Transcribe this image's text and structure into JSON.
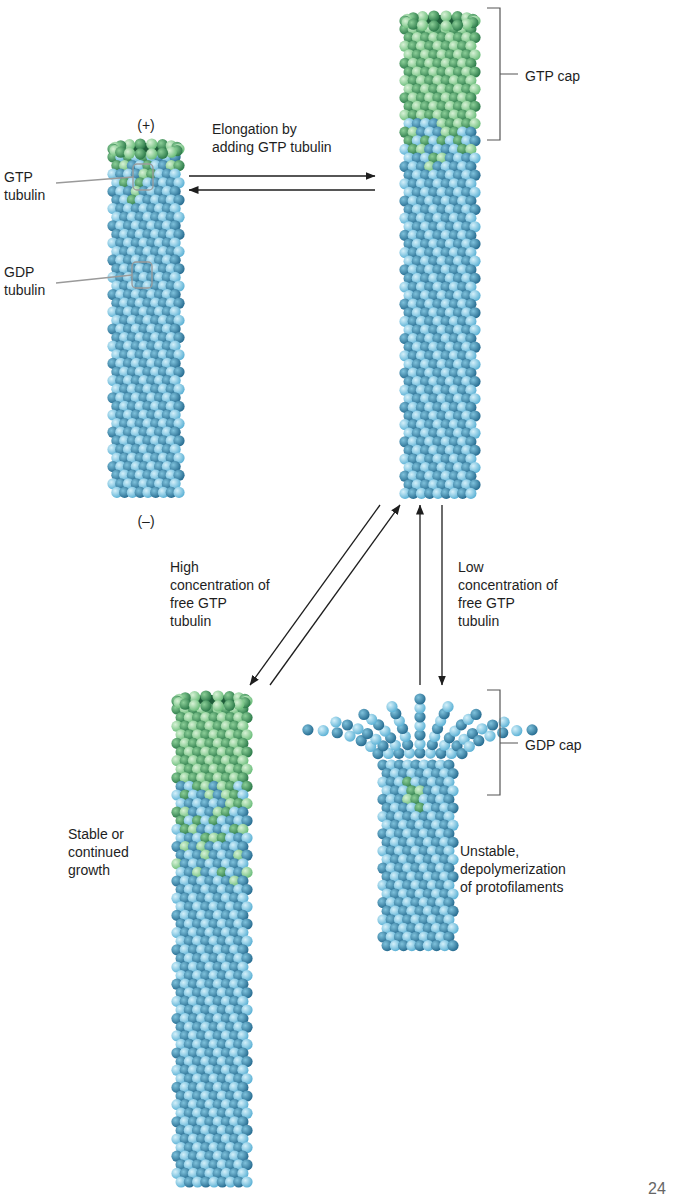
{
  "diagram": {
    "nodes": [
      {
        "text": [
          "(+)",
          "(–)"
        ]
      },
      {
        "text": [
          "GTP cap"
        ]
      },
      {
        "text": [
          "Stable or continued growth"
        ]
      },
      {
        "text": [
          "GDP cap",
          "Unstable, depolymerization of protofilaments"
        ]
      }
    ],
    "edges": [
      {
        "from": 0,
        "to": 1,
        "arrow": "to",
        "label": "Elongation by adding GTP tubulin"
      },
      {
        "from": 1,
        "to": 0,
        "arrow": "to"
      },
      {
        "from": 1,
        "to": 2,
        "arrow": "to",
        "label": "High concentration of free GTP tubulin"
      },
      {
        "from": 2,
        "to": 1,
        "arrow": "to"
      },
      {
        "from": 1,
        "to": 3,
        "arrow": "to",
        "label": "Low concentration of free GTP tubulin"
      },
      {
        "from": 3,
        "to": 1,
        "arrow": "to"
      }
    ],
    "labels": [
      "GTP tubulin",
      "GDP tubulin",
      "24"
    ]
  }
}
